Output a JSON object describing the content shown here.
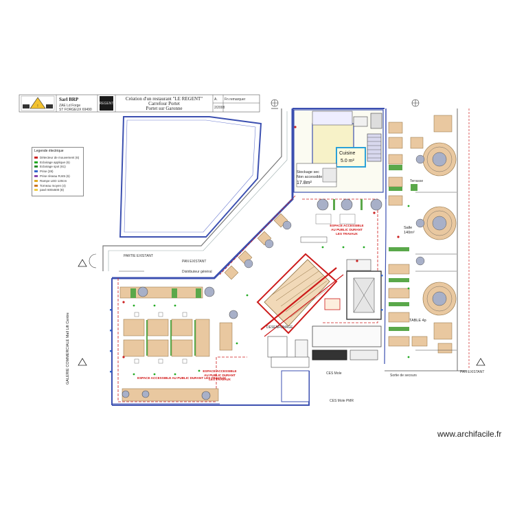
{
  "title_block": {
    "company": "Sarl BRP",
    "company_line2": "ZAE Ld Forge",
    "company_line3": "ST FORGEUX 69490",
    "project_line1": "Création d'un restaurant \"LE REGENT\"",
    "project_line2": "Carrefour Portet",
    "project_line3": "Portet sur Garonne",
    "cell_a": "Fn remarquer",
    "cell_b": "A.",
    "cell_c": "2/2008"
  },
  "legend": {
    "title": "Legende électrique",
    "items": [
      {
        "label": "Détecteur de mouvement (6)",
        "color": "#cc2222"
      },
      {
        "label": "Eclairage applique (6)",
        "color": "#22aa22"
      },
      {
        "label": "Eclairage spot (61)",
        "color": "#2a8a2a"
      },
      {
        "label": "Prise (28)",
        "color": "#3366cc"
      },
      {
        "label": "Prise réseau RJ45 (6)",
        "color": "#8844aa"
      },
      {
        "label": "Rampe LED 120cm",
        "color": "#ddaa22"
      },
      {
        "label": "Torneau moyen (4)",
        "color": "#cc7722"
      },
      {
        "label": "pavé 600x600 (8)",
        "color": "#eecc44"
      }
    ]
  },
  "rooms": {
    "kitchen_label": "Cuisine",
    "kitchen_area": "5.0 m²",
    "storage_label": "Stockage sec",
    "storage_sub": "Non accessible",
    "storage_area": "17.8m²",
    "zone_salle": "Salle",
    "zone_area": "140m²",
    "table_label": "TABLE 4p"
  },
  "annotations": {
    "red_left": "ESPACE ACCESSIBLE AU PUBLIC DURANT LES TRAVAUX",
    "red_center_1": "ESPACE ACCESSIBLE",
    "red_center_2": "AU PUBLIC DURANT",
    "red_center_3": "LES TRAVAUX",
    "existing_wall": "PAN EXISTANT",
    "existing_wall2": "PARTIE EXISTANT",
    "gallery_vertical": "GALERIE COMMERCIALE Mall Lift Centre",
    "terrace_right": "Terrasse",
    "disp": "Distributeur général",
    "pan_right": "PAN EXISTANT",
    "stair_left": "DESENFUMAGE",
    "ces_1": "CES Mole",
    "ces_2": "CES Mole PMR",
    "exit_bottom": "Sortie de secours"
  },
  "watermark": "www.archifacile.fr",
  "colors": {
    "wall_blue": "#3b4fb0",
    "wall_red": "#cc1a1a",
    "wood": "#e9c8a0",
    "green": "#5aa84a",
    "grey_circle": "#a8b0c8"
  }
}
